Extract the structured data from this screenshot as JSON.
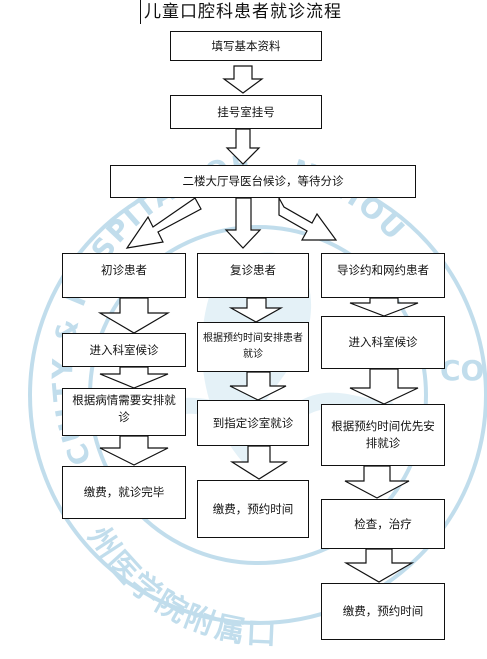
{
  "title": "儿童口腔科患者就诊流程",
  "watermark": {
    "ring_top_left": "CULTY & HOSPITAL OF STOMATOLOGY",
    "ring_top_right": "NZHOU",
    "ring_right": "CO",
    "ring_bottom": "州医学院附属口"
  },
  "steps": {
    "fill_info": "填写基本资料",
    "registration": "挂号室挂号",
    "triage": "二楼大厅导医台候诊，等待分诊",
    "col1": {
      "header": "初诊患者",
      "step1": "进入科室候诊",
      "step2": "根据病情需要安排就诊",
      "step3": "缴费，就诊完毕"
    },
    "col2": {
      "header": "复诊患者",
      "step1": "根据预约时间安排患者就诊",
      "step2": "到指定诊室就诊",
      "step3": "缴费，预约时间"
    },
    "col3": {
      "header": "导诊约和网约患者",
      "step1": "进入科室候诊",
      "step2": "根据预约时间优先安排就诊",
      "step3": "检查，治疗",
      "step4": "缴费，预约时间"
    }
  },
  "colors": {
    "watermark": "#8fc3dd",
    "border": "#111111",
    "text": "#111111"
  }
}
